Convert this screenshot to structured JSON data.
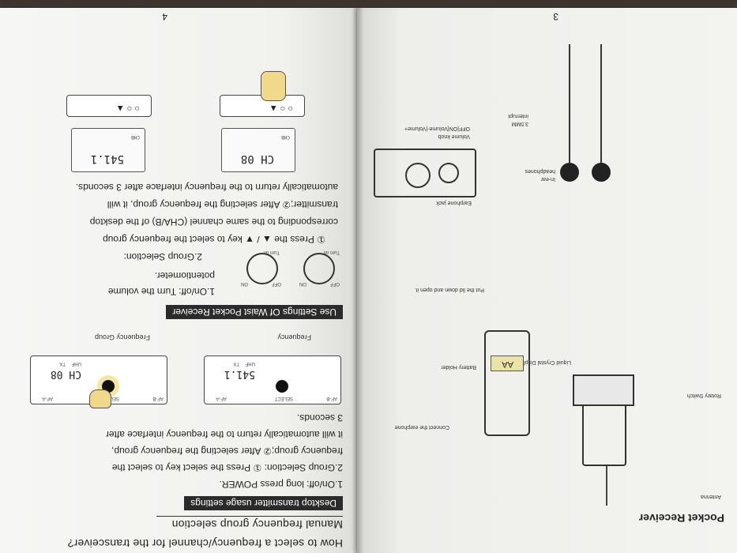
{
  "left_page": {
    "page_number": "4",
    "title": "How to select a frequency/channel for the transceiver?",
    "subtitle": "Manual frequency group selection",
    "desktop_bar": "Desktop transmitter usage settings",
    "desktop_onoff": "1.On/off: long press POWER.",
    "desktop_group_l1": "2.Group Selection: ① Press the select key to select the",
    "desktop_group_l2": "frequency group;② After selecting the frequency group,",
    "desktop_group_l3": "it will automatically return to the frequency interface after",
    "desktop_group_l4": "3 seconds.",
    "lcd_channel": "CH 08",
    "lcd_freq": "541.1",
    "select_label": "SELECT",
    "afa": "AF-A",
    "afb": "AF-B",
    "uhf": "UHF",
    "tx": "TX",
    "chb": "CHB",
    "label_frequency_group": "Frequency Group",
    "label_frequency": "Frequency",
    "waist_bar": "Use Settings Of Waist Pocket Receiver",
    "waist_onoff_l1": "1.On/off: Turn the volume",
    "waist_onoff_l2": "potentiometer.",
    "turn_on": "Turn on",
    "turn_off": "Turn off",
    "on": "ON",
    "off": "OFF",
    "waist_group_title": "2.Group Selection:",
    "waist_group_l1": "① Press the ▲ / ▼ key to select the frequency group",
    "waist_group_l2": "corresponding to the same channel (CHA/B) of the desktop",
    "waist_group_l3": "transmitter;② After selecting the frequency group, it will",
    "waist_group_l4": "automatically return to the frequency interface after 3 seconds."
  },
  "right_page": {
    "page_number": "3",
    "heading": "Pocket Receiver",
    "lbl_antenna": "Antenna",
    "lbl_rotary_switch": "Rotary Switch",
    "lbl_lcd": "Liquid Crystal Display",
    "lbl_battery_holder": "Battery Holder",
    "lbl_put_lid": "Put the lid down and open it.",
    "lbl_connect_earphone": "Connect the earphone",
    "lbl_earphone_jack": "Earphone jack",
    "lbl_volume_knob_l1": "Volume knob",
    "lbl_volume_knob_l2": "OFF|ON|Volume-|Volume+",
    "lbl_interrupt_l1": "3.5MM",
    "lbl_interrupt_l2": "interrupt",
    "lbl_in_ear_l1": "In-ear",
    "lbl_in_ear_l2": "headphones",
    "battery_text": "AA",
    "on": "ON",
    "off": "OFF"
  }
}
